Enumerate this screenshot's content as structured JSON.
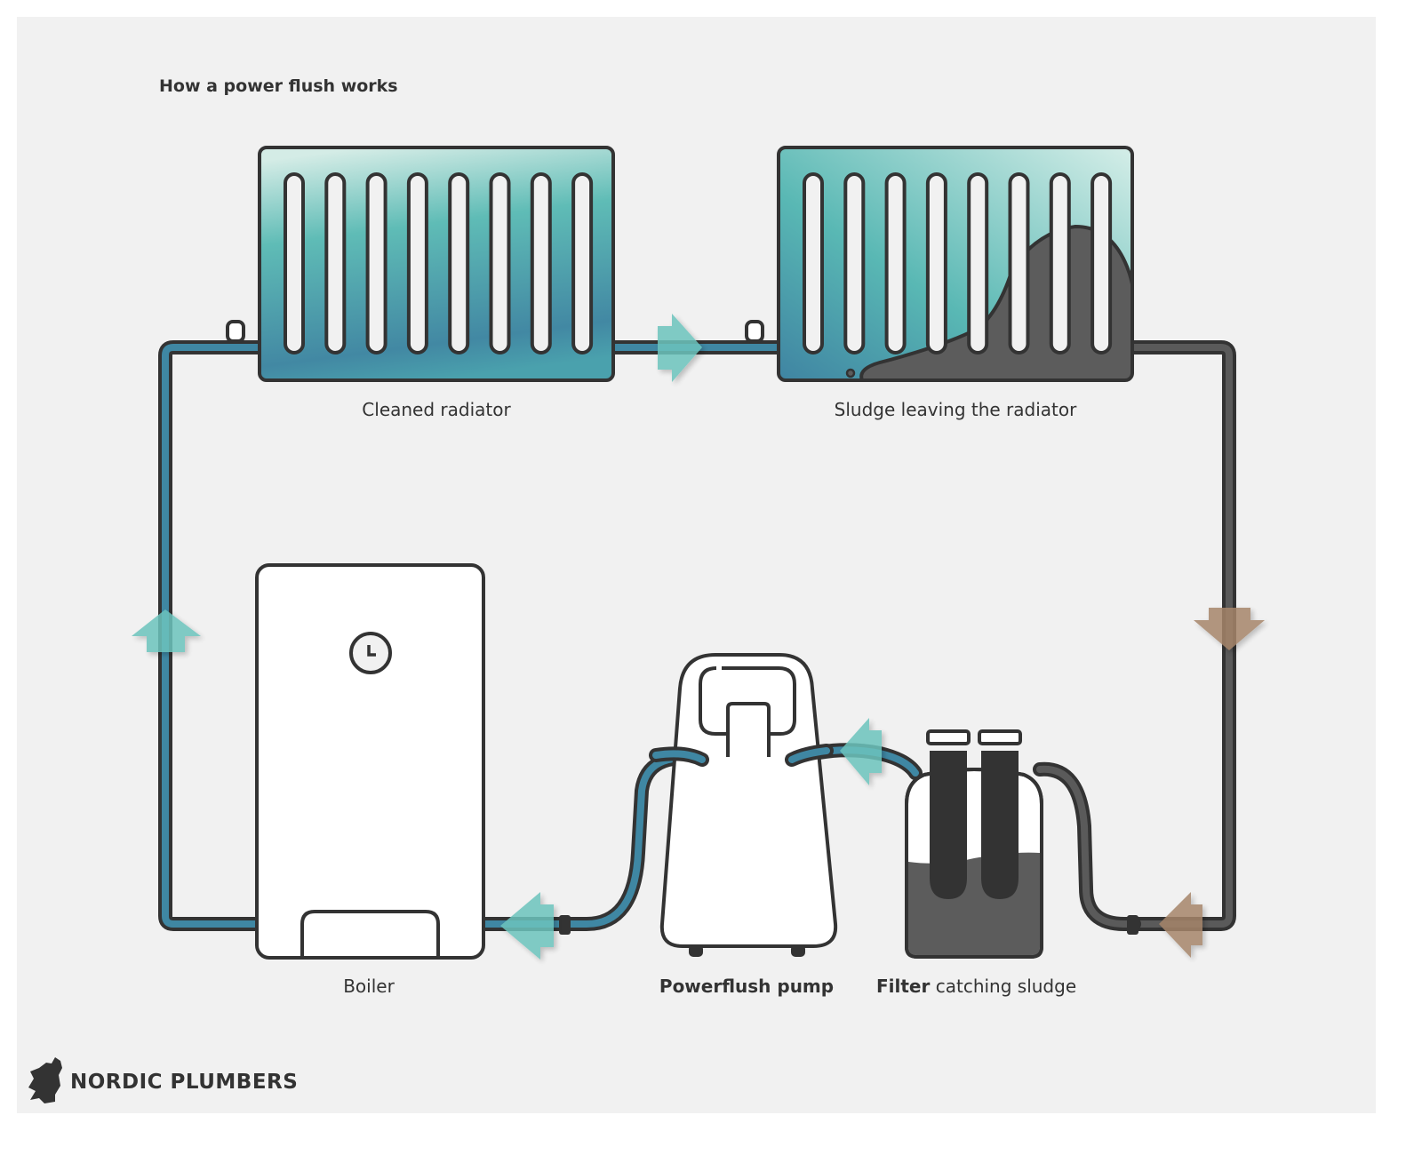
{
  "title": "How a power flush works",
  "components": {
    "cleaned_radiator": {
      "label": "Cleaned radiator"
    },
    "sludge_radiator": {
      "label": "Sludge leaving the radiator"
    },
    "boiler": {
      "label": "Boiler"
    },
    "pump": {
      "label": "Powerflush pump"
    },
    "filter": {
      "label_bold": "Filter",
      "label_rest": " catching sludge"
    }
  },
  "flow_arrows": [
    {
      "location": "left pipe",
      "direction": "up",
      "state": "clean"
    },
    {
      "location": "between radiators",
      "direction": "right",
      "state": "clean"
    },
    {
      "location": "right pipe",
      "direction": "down",
      "state": "sludge"
    },
    {
      "location": "filter return",
      "direction": "left",
      "state": "sludge"
    },
    {
      "location": "filter to pump",
      "direction": "left",
      "state": "clean"
    },
    {
      "location": "pump to boiler",
      "direction": "left",
      "state": "clean"
    }
  ],
  "colors": {
    "background": "#f1f1f1",
    "outline": "#333333",
    "clean_pipe": "#3f87a3",
    "sludge_pipe": "#5a5a5a",
    "clean_arrow": "#6cc4bd",
    "sludge_arrow": "#a6856a",
    "sludge": "#5c5c5c"
  },
  "brand": {
    "name": "NORDIC PLUMBERS",
    "logo": "wolf-icon"
  }
}
